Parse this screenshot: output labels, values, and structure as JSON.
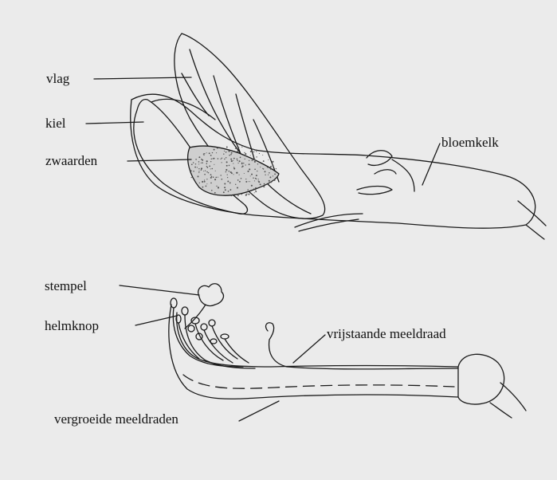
{
  "labels": {
    "vlag": "vlag",
    "kiel": "kiel",
    "zwaarden": "zwaarden",
    "bloemkelk": "bloemkelk",
    "stempel": "stempel",
    "helmknop": "helmknop",
    "vrijstaande_meeldraad": "vrijstaande meeldraad",
    "vergroeide_meeldraden": "vergroeide meeldraden"
  },
  "colors": {
    "background": "#ebebeb",
    "line": "#1a1a1a",
    "stipple": "#555555"
  }
}
